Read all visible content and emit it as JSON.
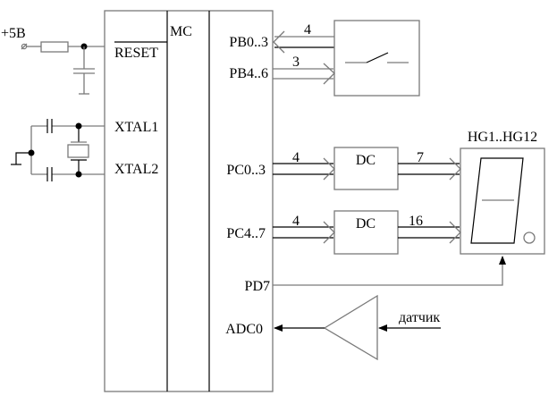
{
  "diagram": {
    "title": "Microcontroller block diagram",
    "mc": {
      "label": "MC",
      "left_pins": {
        "reset": "RESET",
        "xtal1": "XTAL1",
        "xtal2": "XTAL2"
      },
      "right_pins": {
        "pb0_3": "PB0..3",
        "pb4_6": "PB4..6",
        "pc0_3": "PC0..3",
        "pc4_7": "PC4..7",
        "pd7": "PD7",
        "adc0": "ADC0"
      }
    },
    "power": {
      "label": "+5B"
    },
    "buses": {
      "pb0_3_width": "4",
      "pb4_6_width": "3",
      "pc0_3_width": "4",
      "dc1_out_width": "7",
      "pc4_7_width": "4",
      "dc2_out_width": "16"
    },
    "decoders": [
      {
        "label": "DC"
      },
      {
        "label": "DC"
      }
    ],
    "display": {
      "label": "HG1..HG12"
    },
    "sensor": {
      "label": "датчик"
    },
    "colors": {
      "line_gray": "#7a7a7a",
      "line_black": "#000000",
      "background": "#ffffff"
    }
  }
}
